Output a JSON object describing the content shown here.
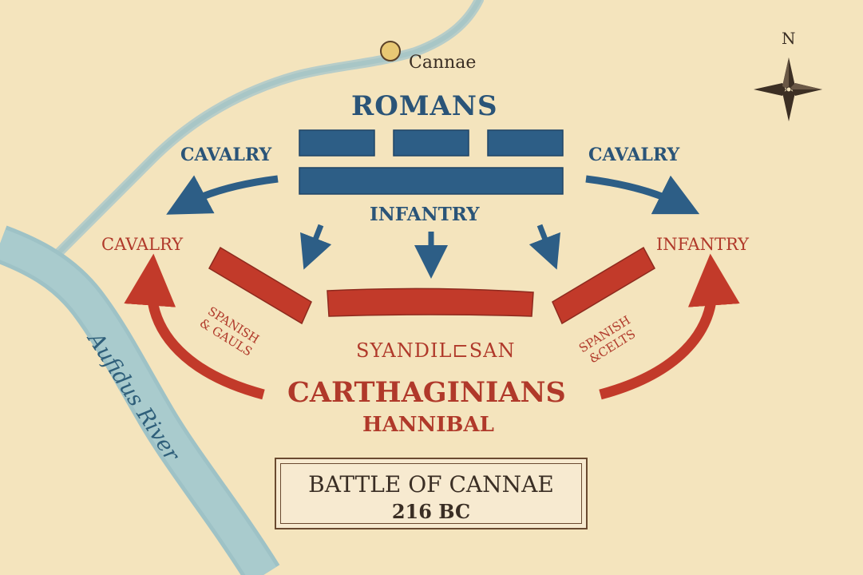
{
  "map": {
    "town": "Cannae",
    "river": "Aufidus River",
    "compass": "N",
    "romans": {
      "title": "ROMANS",
      "cavalry_left": "CAVALRY",
      "cavalry_right": "CAVALRY",
      "infantry": "INFANTRY"
    },
    "carthaginians": {
      "title": "CARTHAGINIANS",
      "commander": "HANNIBAL",
      "cavalry_left": "CAVALRY",
      "infantry_right": "INFANTRY",
      "left_wing": [
        "SPANISH",
        "& GAULS"
      ],
      "right_wing": [
        "SPANISH",
        "&CELTS"
      ],
      "center_garbled": "SYANDIL⊏SAN"
    },
    "title_box": {
      "title": "BATTLE OF CANNAE",
      "date": "216 BC"
    },
    "colors": {
      "parchment": "#f4e4bd",
      "river": "#a6c9cb",
      "roman_blue": "#2d5e86",
      "carthage_red": "#c23a2a",
      "text_blue": "#2a5478",
      "text_red": "#b0392a"
    }
  }
}
